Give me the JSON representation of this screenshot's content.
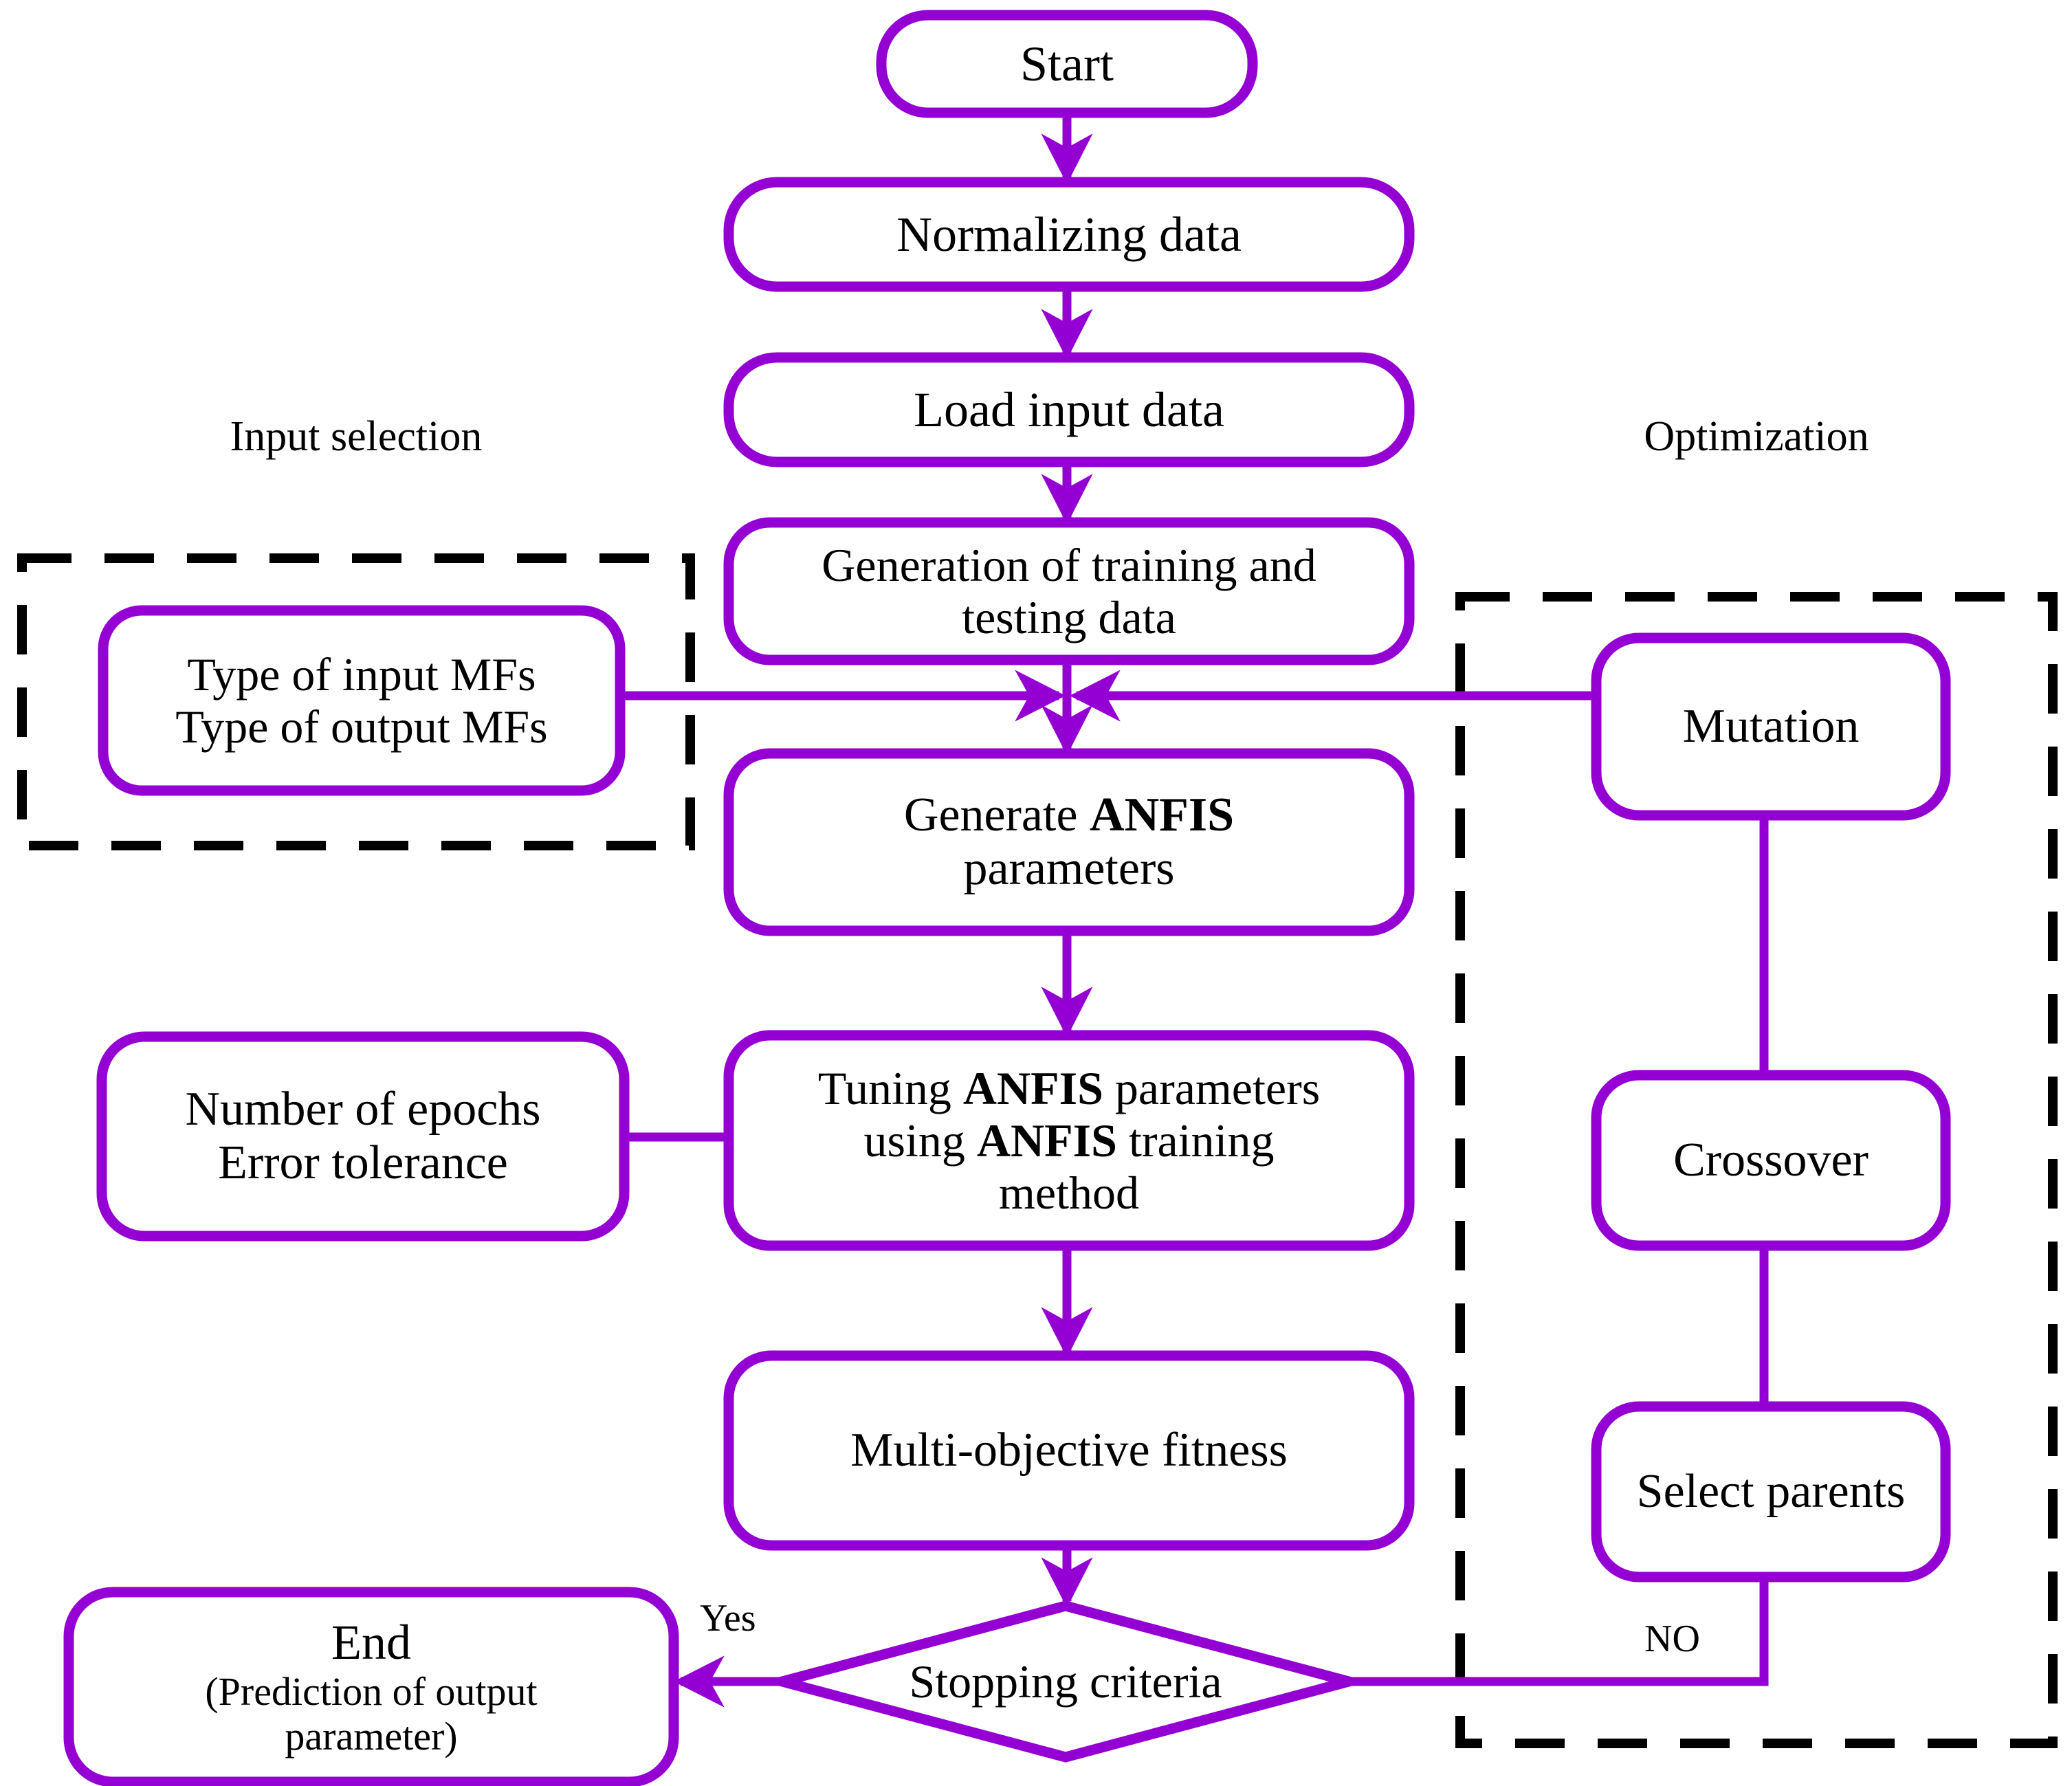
{
  "diagram": {
    "title": "ANFIS multi-objective optimization flowchart",
    "accent_color": "#9400D3",
    "text_color": "#000000",
    "background_color": "#FFFFFF",
    "dash_color": "#000000"
  },
  "groups": [
    {
      "id": "input-selection",
      "label": "Input selection"
    },
    {
      "id": "optimization",
      "label": "Optimization"
    }
  ],
  "nodes": {
    "start": {
      "label": "Start",
      "shape": "rounded"
    },
    "normalizing": {
      "label": "Normalizing data",
      "shape": "rounded"
    },
    "load_input": {
      "label": "Load input data",
      "shape": "rounded"
    },
    "generation": {
      "shape": "rounded",
      "line1": "Generation of training and",
      "line2": "testing data"
    },
    "mf_types": {
      "shape": "rounded",
      "line1": "Type of input MFs",
      "line2": "Type of output MFs"
    },
    "generate_anfis": {
      "shape": "rounded",
      "line1_pre": "Generate ",
      "line1_bold": "ANFIS",
      "line2": "parameters"
    },
    "epochs": {
      "shape": "rounded",
      "line1": "Number of epochs",
      "line2": "Error tolerance"
    },
    "tuning_anfis": {
      "shape": "rounded",
      "line1_pre": "Tuning ",
      "line1_bold": "ANFIS",
      "line1_post": " parameters",
      "line2_pre": "using ",
      "line2_bold": "ANFIS",
      "line2_post": " training",
      "line3": "method"
    },
    "fitness": {
      "label": "Multi-objective fitness",
      "shape": "rounded"
    },
    "stopping": {
      "label": "Stopping criteria",
      "shape": "diamond"
    },
    "end": {
      "shape": "rounded",
      "line1": "End",
      "line2": "(Prediction of output",
      "line3": "parameter)"
    },
    "mutation": {
      "label": "Mutation",
      "shape": "rounded"
    },
    "crossover": {
      "label": "Crossover",
      "shape": "rounded"
    },
    "select_parents": {
      "label": "Select parents",
      "shape": "rounded"
    }
  },
  "edge_labels": {
    "yes": "Yes",
    "no": "NO"
  }
}
